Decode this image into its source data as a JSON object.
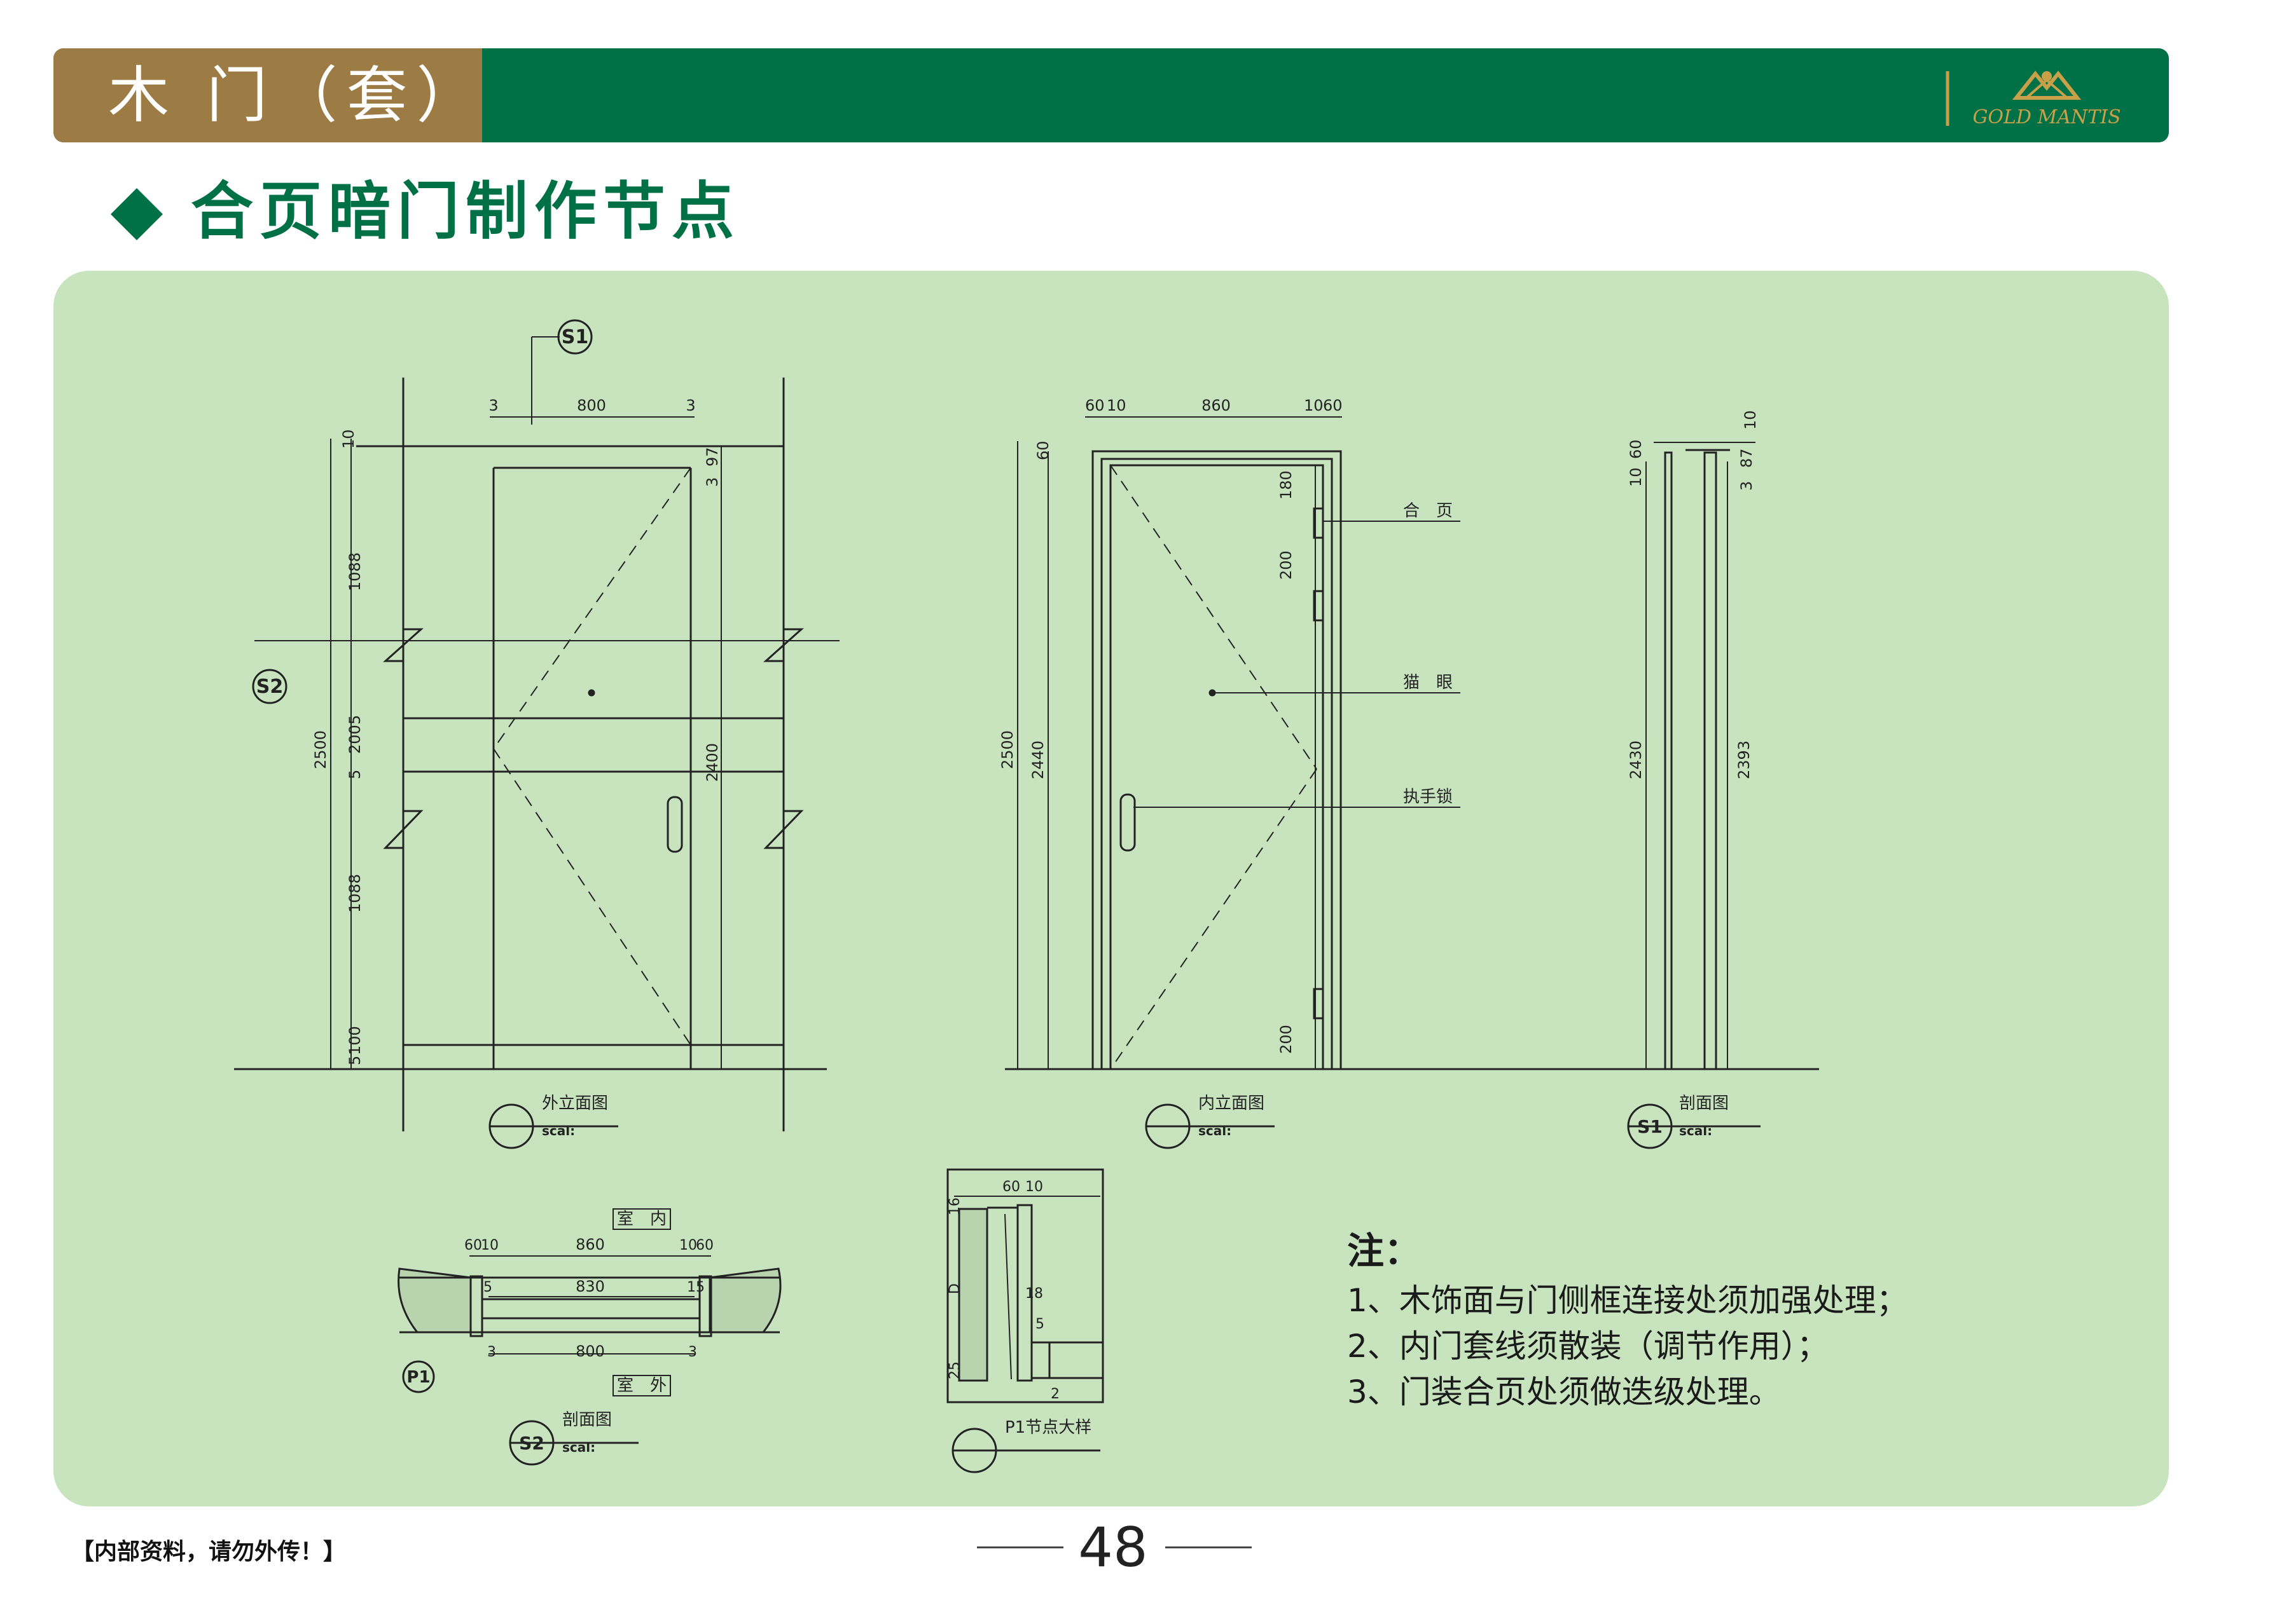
{
  "header": {
    "title": "木 门（套）",
    "brand_text": "GOLD MANTIS"
  },
  "section": {
    "title": "合页暗门制作节点"
  },
  "drawings": {
    "outer_elevation": {
      "callout": "S1",
      "callout_s2": "S2",
      "title": "外立面图",
      "scale": "scal:",
      "dims_top": [
        "3",
        "800",
        "3"
      ],
      "dims_left": [
        "10",
        "1088",
        "5",
        "200",
        "5",
        "1088",
        "100",
        "5"
      ],
      "dim_total": "2500",
      "dim_right_small": [
        "3",
        "97"
      ],
      "dim_right_total": "2400"
    },
    "inner_elevation": {
      "title": "内立面图",
      "scale": "scal:",
      "dims_top": [
        "60",
        "10",
        "860",
        "10",
        "60"
      ],
      "dim_left_small": "60",
      "dims_total": [
        "2500",
        "2440"
      ],
      "dims_hinge": [
        "180",
        "200",
        "200"
      ],
      "labels": {
        "hinge": "合　页",
        "peephole": "猫　眼",
        "lock": "执手锁"
      }
    },
    "section_s1": {
      "callout": "S1",
      "title": "剖面图",
      "scale": "scal:",
      "dims_top": [
        "10",
        "60"
      ],
      "dim_right_top": "10",
      "dims_right_small": [
        "3",
        "87"
      ],
      "dims": [
        "2430",
        "2393"
      ]
    },
    "section_s2": {
      "callout": "S2",
      "callout_p1": "P1",
      "title": "剖面图",
      "scale": "scal:",
      "label_inside": "室　内",
      "label_outside": "室　外",
      "dims_top": [
        "60",
        "10",
        "860",
        "10",
        "60"
      ],
      "dims_mid": [
        "5",
        "830",
        "15"
      ],
      "dims_bottom": [
        "3",
        "800",
        "3"
      ]
    },
    "detail_p1": {
      "title": "P1节点大样",
      "dims_top": [
        "60",
        "10"
      ],
      "dims_left": [
        "16",
        "D",
        "25"
      ],
      "dims_inner": [
        "18",
        "5",
        "2"
      ]
    }
  },
  "notes": {
    "title": "注：",
    "lines": [
      "1、木饰面与门侧框连接处须加强处理；",
      "2、内门套线须散装（调节作用）；",
      "3、门装合页处须做迭级处理。"
    ]
  },
  "footer": {
    "confidential": "【内部资料，请勿外传！】",
    "page_number": "48"
  },
  "colors": {
    "brand_green": "#007046",
    "tab_brown": "#9d7b45",
    "panel_green": "#c8e4bf"
  }
}
